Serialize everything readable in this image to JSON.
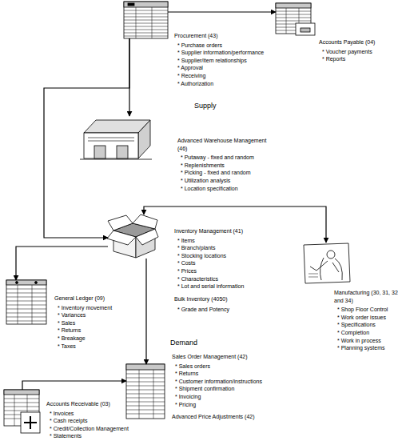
{
  "diagram": {
    "nodes": [
      {
        "text": [
          "Procurement (43)",
          "* Purchase orders",
          "* Supplier information/performance",
          "* Supplier/item relationships",
          "* Approval",
          "* Receiving",
          "* Authorization"
        ]
      },
      {
        "text": [
          "Accounts Payable (04)",
          "* Voucher payments",
          "* Reports"
        ]
      },
      {
        "text": [
          "Advanced Warehouse Management (46)",
          "* Putaway - fixed and random",
          "* Replenishments",
          "* Picking - fixed and random",
          "* Utilization analysis",
          "* Location specification"
        ]
      },
      {
        "text": [
          "Inventory Management (41)",
          "* Items",
          "* Branch/plants",
          "* Stocking locations",
          "* Costs",
          "* Prices",
          "* Characteristics",
          "* Lot and serial information",
          "Bulk Inventory (4050)",
          "* Grade and Potency"
        ]
      },
      {
        "text": [
          "Manufacturing (30, 31, 32 and 34)",
          "* Shop Floor Control",
          "* Work order issues",
          "* Specifications",
          "* Completion",
          "* Work in process",
          "* Planning systems"
        ]
      },
      {
        "text": [
          "General Ledger (09)",
          "* Inventory movement",
          "* Variances",
          "* Sales",
          "* Returns",
          "* Breakage",
          "* Taxes"
        ]
      },
      {
        "text": [
          "Sales Order Management (42)",
          "* Sales orders",
          "* Returns",
          "* Customer information/instructions",
          "* Shipment confirmation",
          "* Invoicing",
          "* Pricing",
          "Advanced Price Adjustments (42)"
        ]
      },
      {
        "text": [
          "Accounts Receivable (03)",
          "* Invoices",
          "* Cash receipts",
          "* Credit/Collection Management",
          "* Statements"
        ]
      }
    ],
    "edges": [
      {
        "from": 0,
        "to": 1,
        "arrow": "to"
      },
      {
        "from": 0,
        "to": 2,
        "arrow": "to"
      },
      {
        "from": 0,
        "to": 3,
        "arrow": "to"
      },
      {
        "from": 3,
        "to": 4,
        "arrow": "both"
      },
      {
        "from": 3,
        "to": 5,
        "arrow": "to"
      },
      {
        "from": 3,
        "to": 6,
        "arrow": "to"
      },
      {
        "from": 7,
        "to": 6,
        "arrow": "to"
      }
    ],
    "labels": [
      "Supply",
      "Demand"
    ]
  }
}
